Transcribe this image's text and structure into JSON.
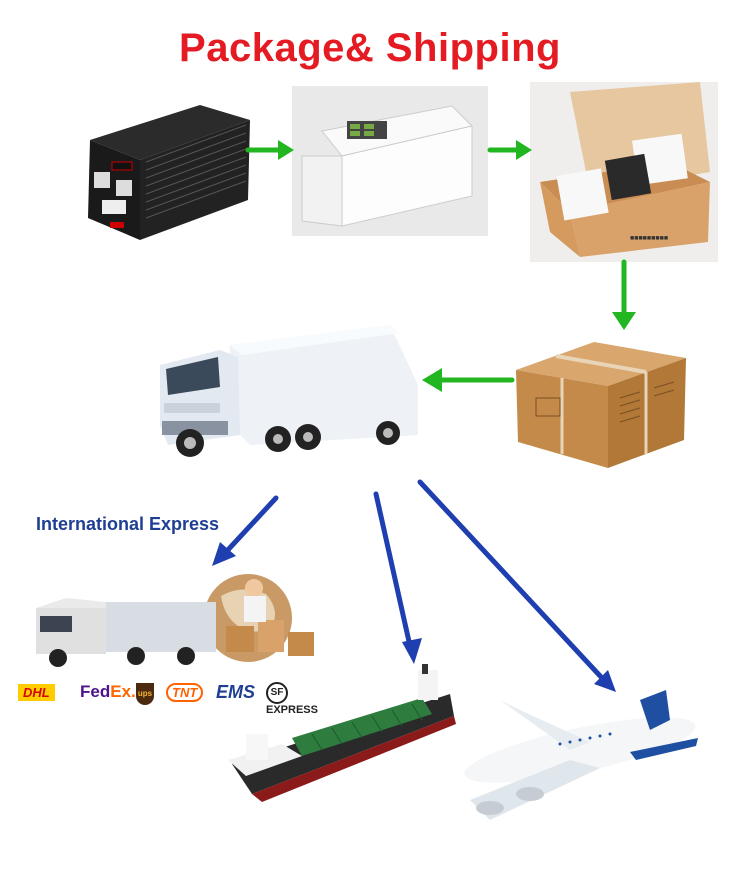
{
  "title": "Package& Shipping",
  "international_label": "International Express",
  "logos": {
    "dhl": "DHL",
    "fedex_fed": "Fed",
    "fedex_ex": "Ex.",
    "ups": "ups",
    "tnt": "TNT",
    "ems": "EMS",
    "sf_mark": "SF",
    "sf_text": "EXPRESS"
  },
  "icons": {
    "inverter": "inverter-icon",
    "foam": "foam-packing-icon",
    "open_box": "open-box-icon",
    "sealed_box": "sealed-carton-icon",
    "truck": "truck-icon",
    "courier": "courier-delivery-icon",
    "ship": "cargo-ship-icon",
    "plane": "airplane-icon"
  },
  "colors": {
    "title": "#e41b23",
    "green_arrow": "#22b620",
    "blue_arrow": "#1f3fb0",
    "label_blue": "#1f3f95",
    "carton": "#c48a4a"
  }
}
